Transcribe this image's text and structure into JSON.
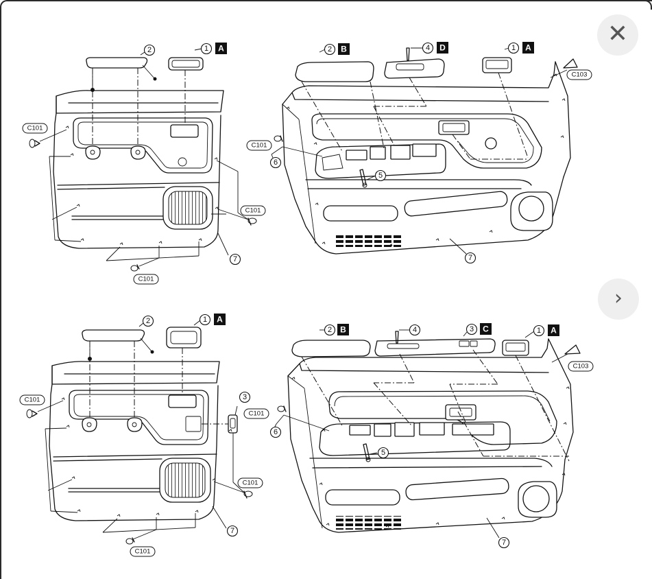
{
  "callouts": {
    "n1": "1",
    "n2": "2",
    "n3": "3",
    "n4": "4",
    "n5": "5",
    "n6": "6",
    "n7": "7"
  },
  "ref_letters": {
    "A": "A",
    "B": "B",
    "C": "C",
    "D": "D"
  },
  "clip_labels": {
    "c101": "C101",
    "c103": "C103"
  },
  "controls": {
    "close_icon": "close-icon",
    "next_icon": "chevron-right-icon",
    "close_glyph": "✕",
    "next_glyph": "›"
  }
}
